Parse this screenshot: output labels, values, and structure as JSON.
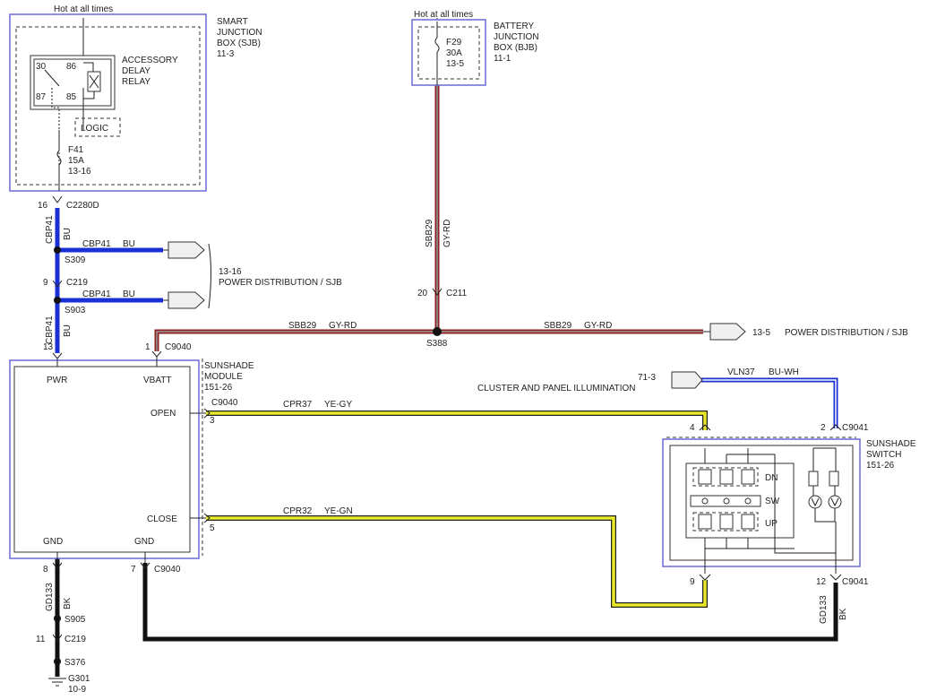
{
  "colors": {
    "bu": "#1a2fd6",
    "gy_rd_outer": "#8a2020",
    "gy_rd_inner": "#9a9a9a",
    "ye": "#e8ea2a",
    "bk": "#111111",
    "frame": "#6a6ad8"
  },
  "sjb": {
    "hot": "Hot at all times",
    "title1": "SMART",
    "title2": "JUNCTION",
    "title3": "BOX (SJB)",
    "ref": "11-3",
    "relay1": "ACCESSORY",
    "relay2": "DELAY",
    "relay3": "RELAY",
    "pin30": "30",
    "pin86": "86",
    "pin87": "87",
    "pin85": "85",
    "logic": "LOGIC",
    "fuse": "F41",
    "amps": "15A",
    "fuse_ref": "13-16"
  },
  "bjb": {
    "hot": "Hot at all times",
    "title1": "BATTERY",
    "title2": "JUNCTION",
    "title3": "BOX (BJB)",
    "ref": "11-1",
    "fuse": "F29",
    "amps": "30A",
    "fuse_ref": "13-5"
  },
  "left": {
    "c2280_pin": "16",
    "c2280": "C2280D",
    "cbp41_a": "CBP41",
    "bu_a": "BU",
    "branch1_circuit": "CBP41",
    "branch1_color": "BU",
    "s309": "S309",
    "c219_pin": "9",
    "c219": "C219",
    "branch2_circuit": "CBP41",
    "branch2_color": "BU",
    "s903": "S903",
    "cbp41_b": "CBP41",
    "bu_b": "BU",
    "pin13": "13",
    "dist_ref": "13-16",
    "dist_label": "POWER DISTRIBUTION / SJB"
  },
  "center": {
    "sbb29": "SBB29",
    "gy_rd": "GY-RD",
    "c211_pin": "20",
    "c211": "C211",
    "s388": "S388",
    "wire_left": "SBB29",
    "wire_left_color": "GY-RD",
    "wire_right": "SBB29",
    "wire_right_color": "GY-RD",
    "dist_ref": "13-5",
    "dist_label": "POWER DISTRIBUTION / SJB",
    "c9040_pin": "1",
    "c9040": "C9040"
  },
  "module": {
    "title1": "SUNSHADE",
    "title2": "MODULE",
    "ref": "151-26",
    "pwr": "PWR",
    "vbatt": "VBATT",
    "open": "OPEN",
    "close": "CLOSE",
    "gnd1": "GND",
    "gnd2": "GND"
  },
  "signal": {
    "c9040": "C9040",
    "open_pin": "3",
    "open_circuit": "CPR37",
    "open_color": "YE-GY",
    "close_pin": "5",
    "close_circuit": "CPR32",
    "close_color": "YE-GN",
    "illum_ref": "71-3",
    "illum_label": "CLUSTER AND PANEL ILLUMINATION",
    "vln37": "VLN37",
    "bu_wh": "BU-WH",
    "pin4": "4",
    "pin2": "2",
    "c9041": "C9041"
  },
  "switch": {
    "title1": "SUNSHADE",
    "title2": "SWITCH",
    "ref": "151-26",
    "dn": "DN",
    "sw": "SW",
    "up": "UP",
    "pin9": "9",
    "pin12": "12",
    "c9041": "C9041",
    "gd133": "GD133",
    "bk": "BK"
  },
  "ground": {
    "pin8": "8",
    "pin7": "7",
    "c9040": "C9040",
    "gd133": "GD133",
    "bk": "BK",
    "s905": "S905",
    "c219_pin": "11",
    "c219": "C219",
    "s376": "S376",
    "g301": "G301",
    "g301_ref": "10-9"
  }
}
